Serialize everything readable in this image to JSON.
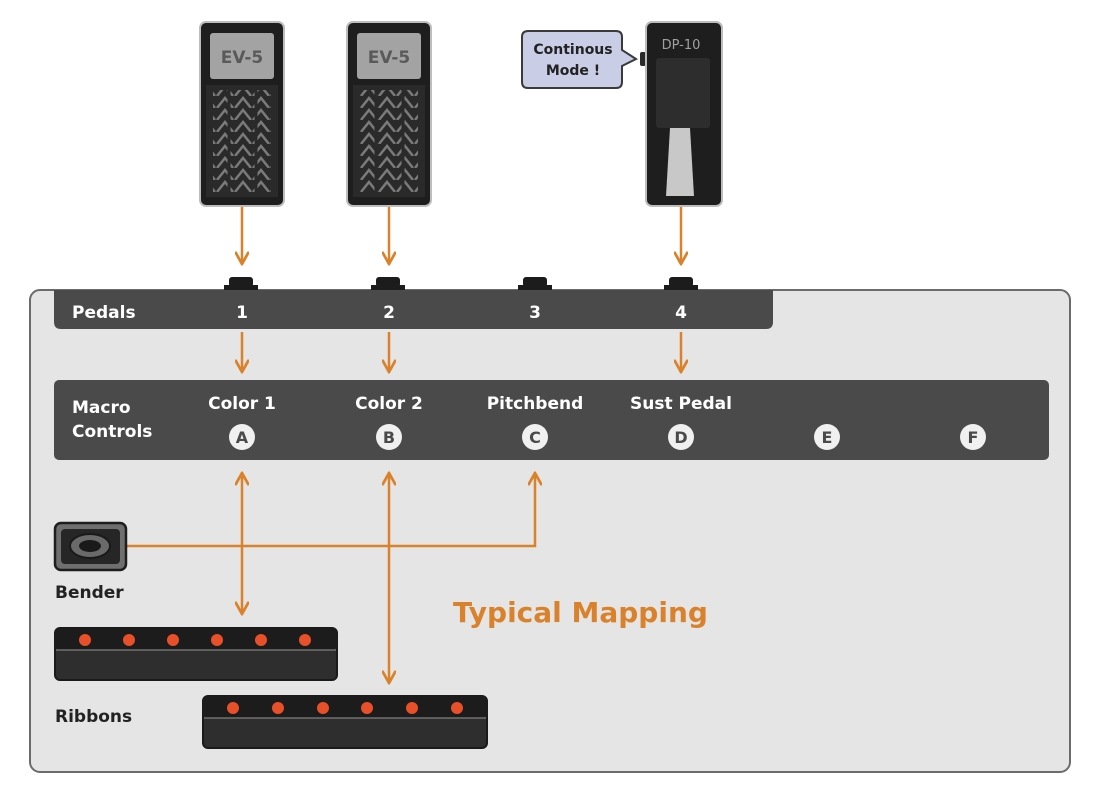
{
  "pedals": [
    {
      "label": "EV-5"
    },
    {
      "label": "EV-5"
    },
    {
      "label": "DP-10"
    }
  ],
  "callout": {
    "line1": "Continous",
    "line2": "Mode !"
  },
  "pedal_bar": {
    "title": "Pedals",
    "numbers": [
      "1",
      "2",
      "3",
      "4"
    ]
  },
  "macro_bar": {
    "title_line1": "Macro",
    "title_line2": "Controls",
    "controls": [
      {
        "name": "Color 1",
        "letter": "A"
      },
      {
        "name": "Color 2",
        "letter": "B"
      },
      {
        "name": "Pitchbend",
        "letter": "C"
      },
      {
        "name": "Sust Pedal",
        "letter": "D"
      },
      {
        "name": "",
        "letter": "E"
      },
      {
        "name": "",
        "letter": "F"
      }
    ]
  },
  "bender": {
    "label": "Bender"
  },
  "ribbons": {
    "label": "Ribbons"
  },
  "mapping_title": "Typical Mapping",
  "colors": {
    "accent": "#d9822b",
    "panel": "#e5e5e5",
    "bar": "#4a4a4a",
    "led": "#e8502a",
    "callout": "#c9cde6"
  }
}
